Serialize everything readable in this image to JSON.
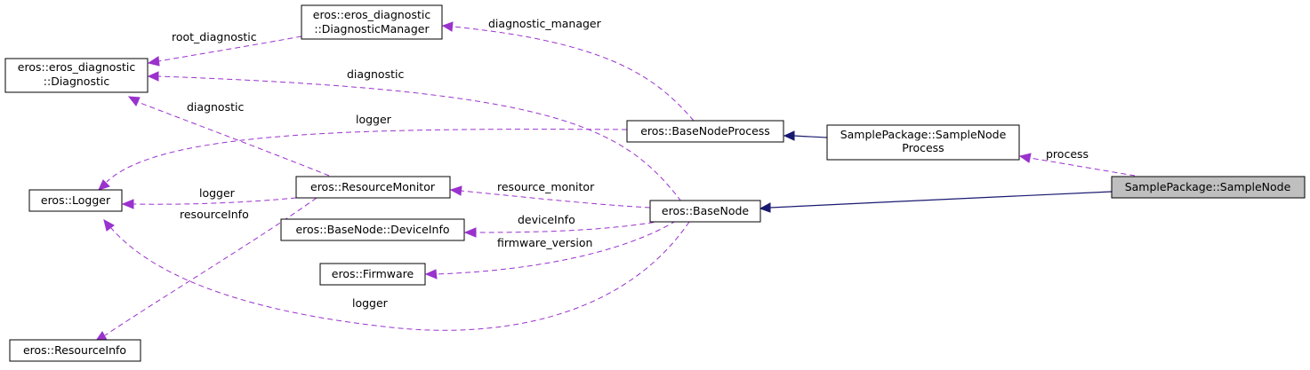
{
  "nodes": {
    "diagnostic_manager": {
      "lines": [
        "eros::eros_diagnostic",
        "::DiagnosticManager"
      ]
    },
    "diagnostic": {
      "lines": [
        "eros::eros_diagnostic",
        "::Diagnostic"
      ]
    },
    "base_node_process": {
      "lines": [
        "eros::BaseNodeProcess"
      ]
    },
    "sample_node_process": {
      "lines": [
        "SamplePackage::SampleNode",
        "Process"
      ]
    },
    "sample_node": {
      "lines": [
        "SamplePackage::SampleNode"
      ]
    },
    "logger": {
      "lines": [
        "eros::Logger"
      ]
    },
    "resource_monitor": {
      "lines": [
        "eros::ResourceMonitor"
      ]
    },
    "base_node": {
      "lines": [
        "eros::BaseNode"
      ]
    },
    "device_info": {
      "lines": [
        "eros::BaseNode::DeviceInfo"
      ]
    },
    "firmware": {
      "lines": [
        "eros::Firmware"
      ]
    },
    "resource_info": {
      "lines": [
        "eros::ResourceInfo"
      ]
    }
  },
  "edges": {
    "root_diagnostic": "root_diagnostic",
    "diagnostic_manager": "diagnostic_manager",
    "diagnostic_top": "diagnostic",
    "diagnostic_mid": "diagnostic",
    "logger_top": "logger",
    "process": "process",
    "logger_mid": "logger",
    "resource_monitor": "resource_monitor",
    "resource_info": "resourceInfo",
    "device_info": "deviceInfo",
    "firmware_version": "firmware_version",
    "logger_bottom": "logger"
  },
  "colors": {
    "usage_edge": "#9a32cd",
    "inheritance_edge": "#191970",
    "highlight_node": "#bfbfbf"
  }
}
